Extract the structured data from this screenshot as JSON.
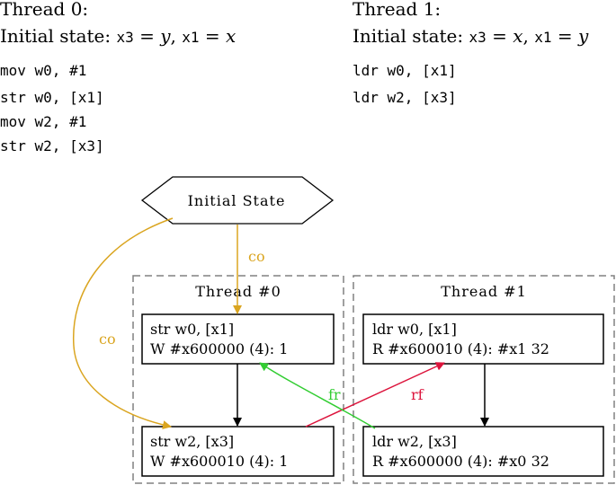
{
  "threads": [
    {
      "title": "Thread 0:",
      "init_prefix": "Initial state: ",
      "init": [
        {
          "reg": "x3",
          "eq": " = ",
          "val": "y",
          "sep": ", "
        },
        {
          "reg": "x1",
          "eq": " = ",
          "val": "x",
          "sep": ""
        }
      ],
      "code": [
        "mov w0, #1",
        "str w0, [x1]",
        "mov w2, #1",
        "str w2, [x3]"
      ]
    },
    {
      "title": "Thread 1:",
      "init_prefix": "Initial state: ",
      "init": [
        {
          "reg": "x3",
          "eq": " = ",
          "val": "x",
          "sep": ", "
        },
        {
          "reg": "x1",
          "eq": " = ",
          "val": "y",
          "sep": ""
        }
      ],
      "code": [
        "ldr w0, [x1]",
        "ldr w2, [x3]"
      ]
    }
  ],
  "graph": {
    "initial_state": "Initial State",
    "clusters": [
      {
        "label": "Thread #0"
      },
      {
        "label": "Thread #1"
      }
    ],
    "nodes": {
      "t0_store1": {
        "line1": "str w0, [x1]",
        "line2": "W #x600000 (4): 1"
      },
      "t0_store2": {
        "line1": "str w2, [x3]",
        "line2": "W #x600010 (4): 1"
      },
      "t1_load1": {
        "line1": "ldr w0, [x1]",
        "line2": "R #x600010 (4): #x1 32"
      },
      "t1_load2": {
        "line1": "ldr w2, [x3]",
        "line2": "R #x600000 (4): #x0 32"
      }
    },
    "edges": {
      "co_init_to_store1": "co",
      "co_init_to_store2": "co",
      "fr": "fr",
      "rf": "rf"
    },
    "colors": {
      "co": "#daa520",
      "fr": "#32cd32",
      "rf": "#dc143c",
      "po": "#000000",
      "cluster_border": "#808080"
    }
  }
}
